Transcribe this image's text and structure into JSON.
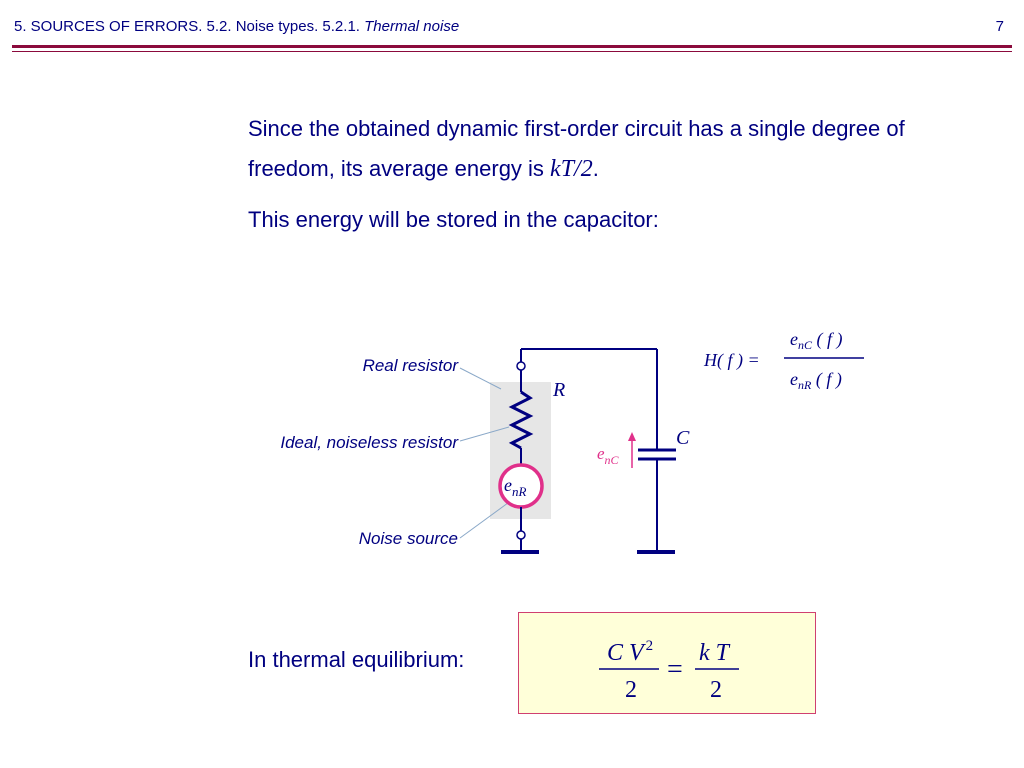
{
  "header": {
    "breadcrumb_plain": "5. SOURCES OF ERRORS. 5.2. Noise types. 5.2.1. ",
    "breadcrumb_italic": "Thermal noise",
    "page_number": "7"
  },
  "body": {
    "p1_text": "Since the obtained dynamic first-order circuit has a single degree of freedom, its average energy is ",
    "p1_math": "kT/2",
    "p1_end": ".",
    "p2_text": "This energy will be stored in the capacitor:"
  },
  "diagram": {
    "label_real_resistor": "Real resistor",
    "label_ideal_resistor": "Ideal, noiseless resistor",
    "label_noise_source": "Noise source",
    "label_R": "R",
    "label_C": "C",
    "source_e": "e",
    "source_sub": "nR",
    "cap_e": "e",
    "cap_sub": "nC",
    "transfer_H": "H( f ) =",
    "transfer_num_e": "e",
    "transfer_num_sub": "nC",
    "transfer_num_arg": " ( f )",
    "transfer_den_e": "e",
    "transfer_den_sub": "nR",
    "transfer_den_arg": " ( f )"
  },
  "equilibrium": {
    "label": "In thermal equilibrium:",
    "lhs_num": "C V",
    "lhs_exp": "2",
    "lhs_den": "2",
    "equals": "=",
    "rhs_num": "k T",
    "rhs_den": "2"
  },
  "colors": {
    "navy": "#000080",
    "magenta": "#e0308a",
    "border": "#8b0a3c",
    "box_fill": "#ffffd9"
  }
}
